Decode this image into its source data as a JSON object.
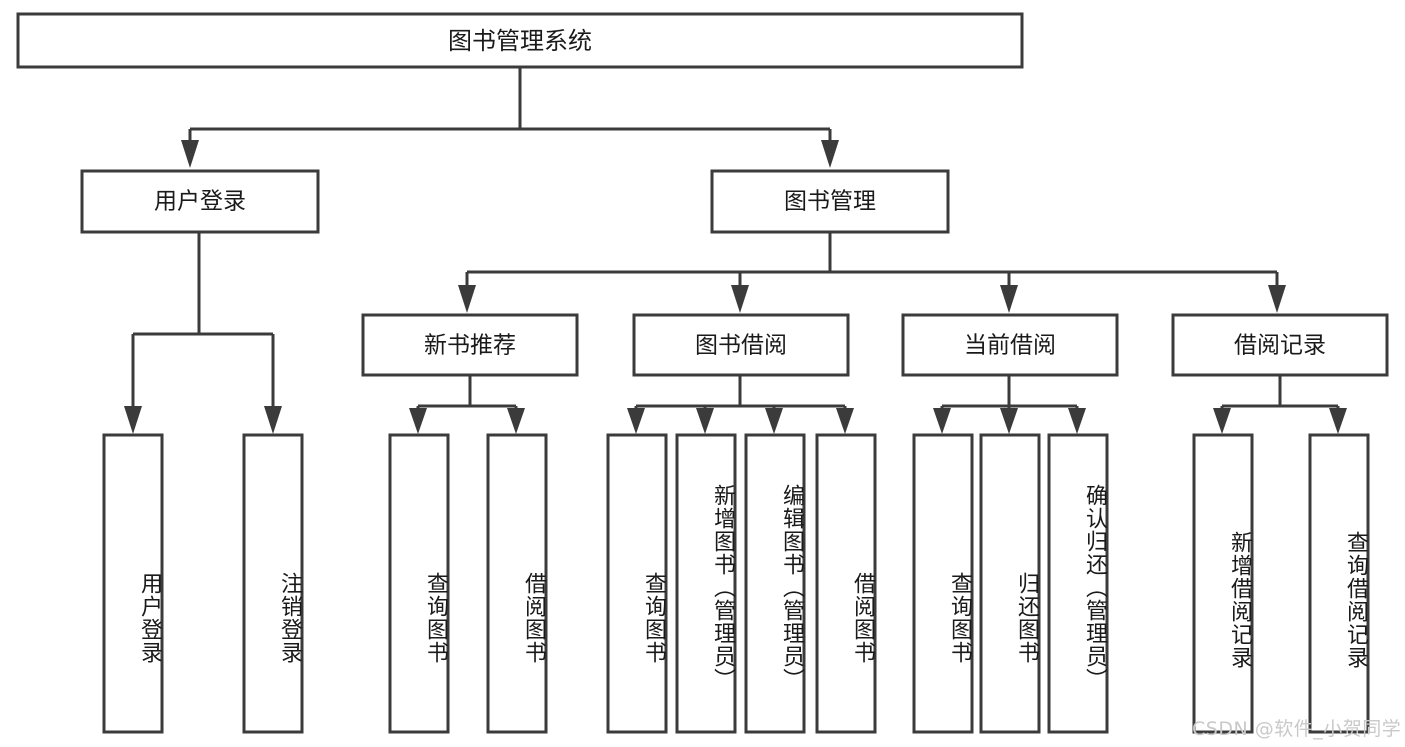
{
  "diagram": {
    "type": "tree",
    "title": "图书管理系统",
    "orientation": "top-down",
    "colors": {
      "box_fill": "#ffffff",
      "box_stroke": "#3b3b3b",
      "text": "#1a1a1a",
      "background": "#ffffff",
      "watermark": "#c9c9c9"
    },
    "root": {
      "label": "图书管理系统"
    },
    "level2": [
      {
        "id": "user-login",
        "label": "用户登录"
      },
      {
        "id": "book-manage",
        "label": "图书管理"
      }
    ],
    "level3": [
      {
        "id": "new-book-rec",
        "label": "新书推荐",
        "parent": "book-manage"
      },
      {
        "id": "book-borrow",
        "label": "图书借阅",
        "parent": "book-manage"
      },
      {
        "id": "current-borrow",
        "label": "当前借阅",
        "parent": "book-manage"
      },
      {
        "id": "borrow-record",
        "label": "借阅记录",
        "parent": "book-manage"
      }
    ],
    "leaves": [
      {
        "id": "leaf-user-login",
        "label": "用户登录",
        "parent": "user-login"
      },
      {
        "id": "leaf-logout-login",
        "label": "注销登录",
        "parent": "user-login"
      },
      {
        "id": "leaf-query-book-1",
        "label": "查询图书",
        "parent": "new-book-rec"
      },
      {
        "id": "leaf-borrow-book-1",
        "label": "借阅图书",
        "parent": "new-book-rec"
      },
      {
        "id": "leaf-query-book-2",
        "label": "查询图书",
        "parent": "book-borrow"
      },
      {
        "id": "leaf-add-book",
        "label": "新增图书（管理员）",
        "parent": "book-borrow"
      },
      {
        "id": "leaf-edit-book",
        "label": "编辑图书（管理员）",
        "parent": "book-borrow"
      },
      {
        "id": "leaf-borrow-book-2",
        "label": "借阅图书",
        "parent": "book-borrow"
      },
      {
        "id": "leaf-query-book-3",
        "label": "查询图书",
        "parent": "current-borrow"
      },
      {
        "id": "leaf-return-book",
        "label": "归还图书",
        "parent": "current-borrow"
      },
      {
        "id": "leaf-confirm-return",
        "label": "确认归还（管理员）",
        "parent": "current-borrow"
      },
      {
        "id": "leaf-add-record",
        "label": "新增借阅记录",
        "parent": "borrow-record"
      },
      {
        "id": "leaf-query-record",
        "label": "查询借阅记录",
        "parent": "borrow-record"
      }
    ]
  },
  "watermark": {
    "text": "CSDN @软件_小贺同学"
  }
}
